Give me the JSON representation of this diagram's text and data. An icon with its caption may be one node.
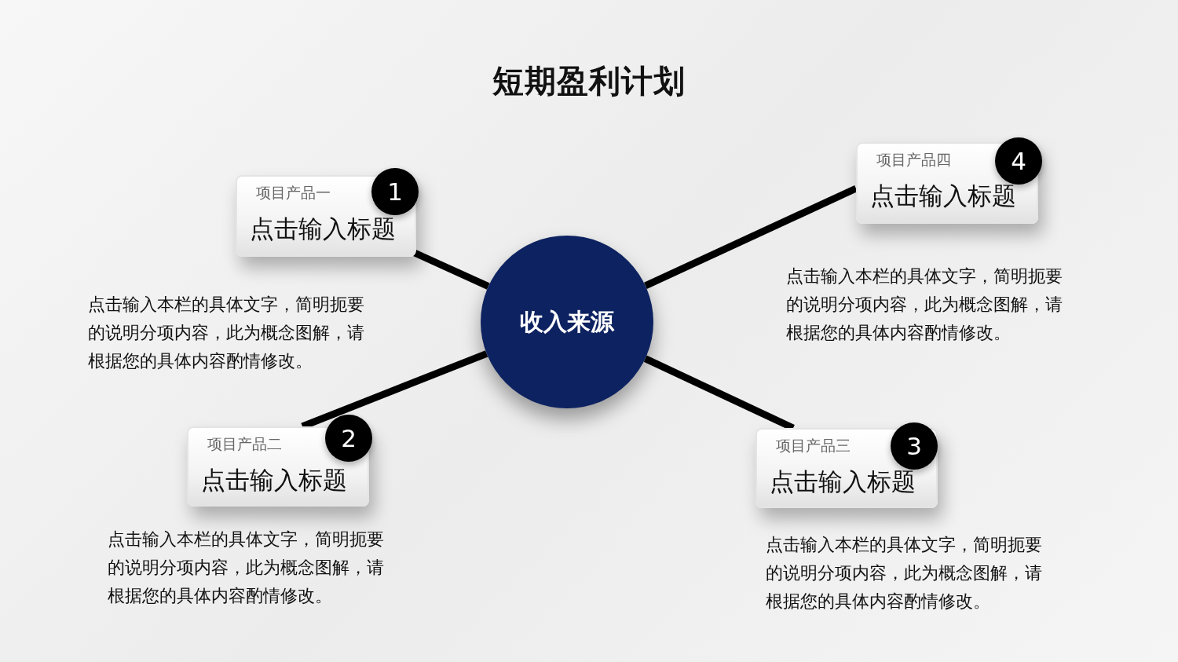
{
  "diagram": {
    "title": "短期盈利计划",
    "nodes": [
      {
        "text": [
          "收入来源"
        ]
      },
      {
        "text": [
          "项目产品一",
          "点击输入标题"
        ],
        "beside": [
          "点击输入本栏的具体文字，简明扼要的说明分项内容，此为概念图解，请根据您的具体内容酌情修改。"
        ]
      },
      {
        "text": [
          "1"
        ]
      },
      {
        "text": [
          "项目产品二",
          "点击输入标题"
        ],
        "beside": [
          "点击输入本栏的具体文字，简明扼要的说明分项内容，此为概念图解，请根据您的具体内容酌情修改。"
        ]
      },
      {
        "text": [
          "2"
        ]
      },
      {
        "text": [
          "项目产品三",
          "点击输入标题"
        ],
        "beside": [
          "点击输入本栏的具体文字，简明扼要的说明分项内容，此为概念图解，请根据您的具体内容酌情修改。"
        ]
      },
      {
        "text": [
          "3"
        ]
      },
      {
        "text": [
          "项目产品四",
          "点击输入标题"
        ],
        "beside": [
          "点击输入本栏的具体文字，简明扼要的说明分项内容，此为概念图解，请根据您的具体内容酌情修改。"
        ]
      },
      {
        "text": [
          "4"
        ]
      }
    ],
    "edges": [
      {
        "from": 0,
        "to": 1,
        "arrow": "none"
      },
      {
        "from": 0,
        "to": 3,
        "arrow": "none"
      },
      {
        "from": 0,
        "to": 5,
        "arrow": "none"
      },
      {
        "from": 0,
        "to": 7,
        "arrow": "none"
      }
    ]
  }
}
